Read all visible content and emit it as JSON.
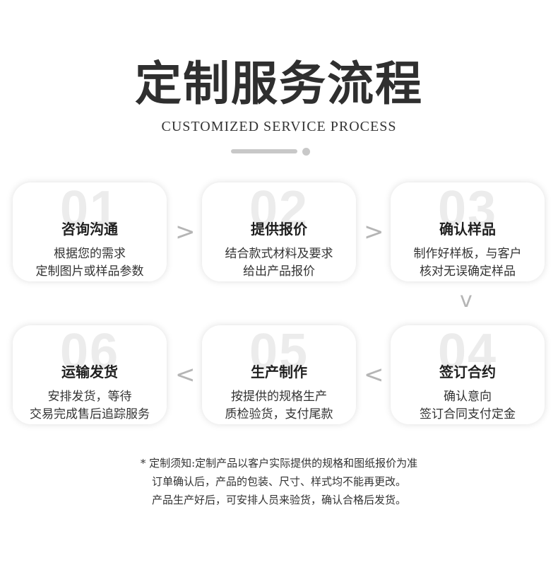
{
  "title": "定制服务流程",
  "subtitle": "CUSTOMIZED SERVICE PROCESS",
  "steps": [
    {
      "num": "01",
      "title": "咨询沟通",
      "line1": "根据您的需求",
      "line2": "定制图片或样品参数"
    },
    {
      "num": "02",
      "title": "提供报价",
      "line1": "结合款式材料及要求",
      "line2": "给出产品报价"
    },
    {
      "num": "03",
      "title": "确认样品",
      "line1": "制作好样板，与客户",
      "line2": "核对无误确定样品"
    },
    {
      "num": "04",
      "title": "签订合约",
      "line1": "确认意向",
      "line2": "签订合同支付定金"
    },
    {
      "num": "05",
      "title": "生产制作",
      "line1": "按提供的规格生产",
      "line2": "质检验货，支付尾款"
    },
    {
      "num": "06",
      "title": "运输发货",
      "line1": "安排发货，等待",
      "line2": "交易完成售后追踪服务"
    }
  ],
  "arrows": {
    "right": ">",
    "down": "v",
    "left": "<"
  },
  "notes": {
    "line1": "* 定制须知:定制产品以客户实际提供的规格和图纸报价为准",
    "line2": "订单确认后，产品的包装、尺寸、样式均不能再更改。",
    "line3": "产品生产好后，可安排人员来验货，确认合格后发货。"
  },
  "colors": {
    "card_shadow": "#d9d9d9",
    "number_watermark": "#ececec",
    "arrow": "#b5b5b5",
    "divider": "#c8c8c8"
  }
}
